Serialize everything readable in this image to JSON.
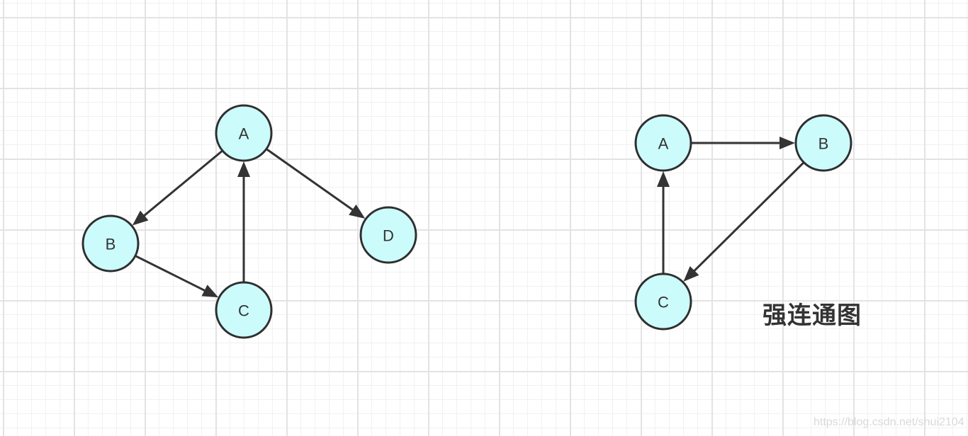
{
  "graphs": [
    {
      "id": "left",
      "nodes": [
        {
          "id": "A",
          "label": "A"
        },
        {
          "id": "B",
          "label": "B"
        },
        {
          "id": "C",
          "label": "C"
        },
        {
          "id": "D",
          "label": "D"
        }
      ],
      "edges": [
        {
          "from": "A",
          "to": "B"
        },
        {
          "from": "A",
          "to": "D"
        },
        {
          "from": "B",
          "to": "C"
        },
        {
          "from": "C",
          "to": "A"
        }
      ]
    },
    {
      "id": "right",
      "nodes": [
        {
          "id": "A",
          "label": "A"
        },
        {
          "id": "B",
          "label": "B"
        },
        {
          "id": "C",
          "label": "C"
        }
      ],
      "edges": [
        {
          "from": "A",
          "to": "B"
        },
        {
          "from": "B",
          "to": "C"
        },
        {
          "from": "C",
          "to": "A"
        }
      ]
    }
  ],
  "caption": "强连通图",
  "watermark": "https://blog.csdn.net/shui2104",
  "colors": {
    "node_fill": "#ccfbfb",
    "node_stroke": "#2f2f2f",
    "edge": "#333333",
    "grid_major": "#e3e3e3",
    "grid_minor": "#f1f1f1"
  }
}
